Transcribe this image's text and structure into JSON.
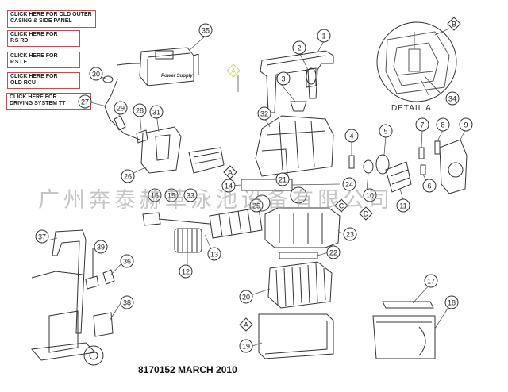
{
  "links": [
    {
      "id": "old-outer-casing",
      "lines": [
        "CLICK HERE FOR OLD OUTER",
        "CASING & SIDE PANEL"
      ]
    },
    {
      "id": "ps-rd",
      "lines": [
        "CLICK HERE FOR",
        "P.S RD"
      ]
    },
    {
      "id": "ps-lf",
      "lines": [
        "CLICK HERE FOR",
        "P.S LF"
      ]
    },
    {
      "id": "old-rcu",
      "lines": [
        "CLICK HERE FOR",
        "OLD RCU"
      ]
    },
    {
      "id": "driving-system-tt",
      "lines": [
        "CLICK HERE FOR",
        "DRIVING SYSTEM TT"
      ]
    }
  ],
  "diagram": {
    "part_numbers": [
      "1",
      "2",
      "3",
      "4",
      "5",
      "6",
      "7",
      "8",
      "9",
      "10",
      "11",
      "12",
      "13",
      "14",
      "15",
      "16",
      "17",
      "18",
      "19",
      "20",
      "21",
      "22",
      "23",
      "24",
      "25",
      "26",
      "27",
      "28",
      "29",
      "30",
      "31",
      "32",
      "33",
      "34",
      "35",
      "36",
      "37",
      "38",
      "39"
    ],
    "callout_letters": [
      "A",
      "B",
      "C",
      "D"
    ],
    "detail_label": "DETAIL A",
    "power_supply_label": "Power Supply",
    "caption": "8170152 MARCH 2010",
    "watermark": "广州奔泰赫革泳池设备有限公司"
  },
  "colors": {
    "link_border": "#c0504d",
    "callout_highlight": "#c9d94a",
    "line": "#333333"
  }
}
